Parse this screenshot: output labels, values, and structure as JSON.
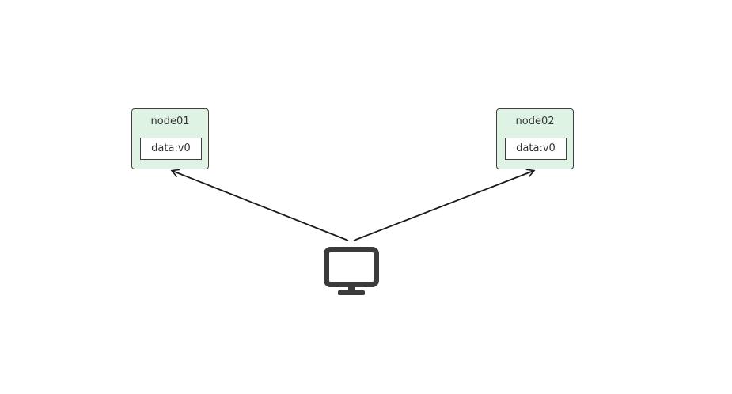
{
  "nodes": [
    {
      "id": "node01",
      "label": "node01",
      "data": "data:v0"
    },
    {
      "id": "node02",
      "label": "node02",
      "data": "data:v0"
    }
  ],
  "client": {
    "icon": "monitor-icon"
  },
  "colors": {
    "node_fill": "#dff3e4",
    "stroke": "#3f3f3f",
    "icon": "#3b3b3b"
  }
}
